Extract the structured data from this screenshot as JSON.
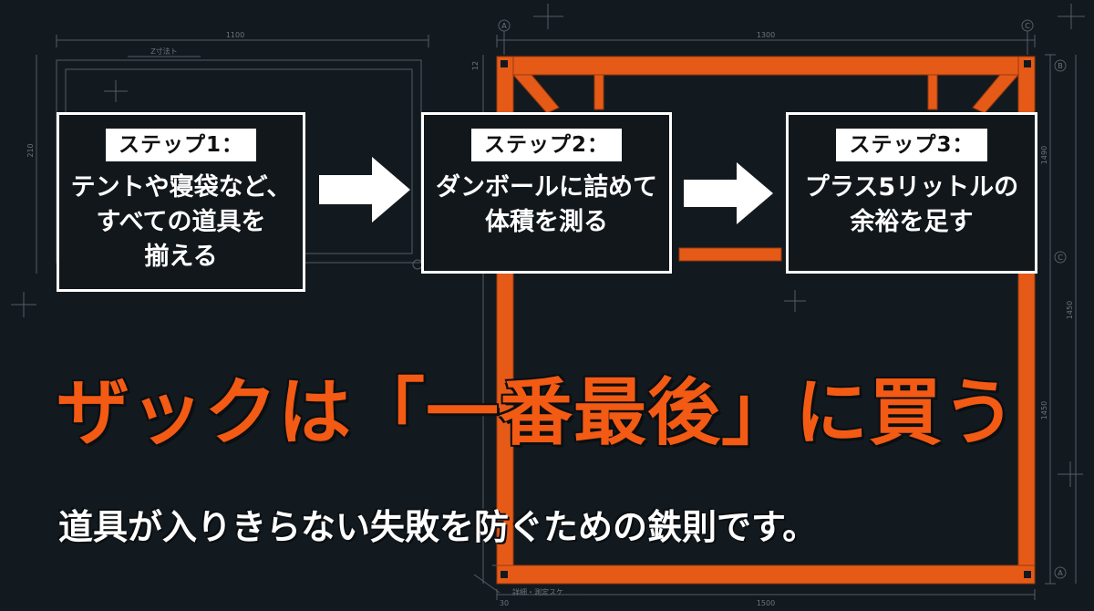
{
  "steps": [
    {
      "label": "ステップ1：",
      "text": "テントや寝袋など、\nすべての道具を\n揃える"
    },
    {
      "label": "ステップ2：",
      "text": "ダンボールに詰めて\n体積を測る"
    },
    {
      "label": "ステップ3：",
      "text": "プラス5リットルの\n余裕を足す"
    }
  ],
  "headline": "ザックは「一番最後」に買う",
  "subline": "道具が入りきらない失敗を防ぐための鉄則です。",
  "blueprint": {
    "dim_top_left": "1100",
    "dim_top_right": "1300",
    "dim_bottom": "1500",
    "dim_bottom_small": "30",
    "dim_left": "210",
    "dim_right_1": "1490",
    "dim_right_2": "1450",
    "dim_right_3": "1450",
    "dim_right_top": "12",
    "note_top": "Z寸法ト",
    "note_bottom": "詳細・測定スケ",
    "marker_a": "A",
    "marker_b": "B",
    "marker_c": "C"
  },
  "colors": {
    "background": "#131a1f",
    "accent": "#f35a14",
    "text": "#ffffff",
    "line": "#5a646c"
  }
}
